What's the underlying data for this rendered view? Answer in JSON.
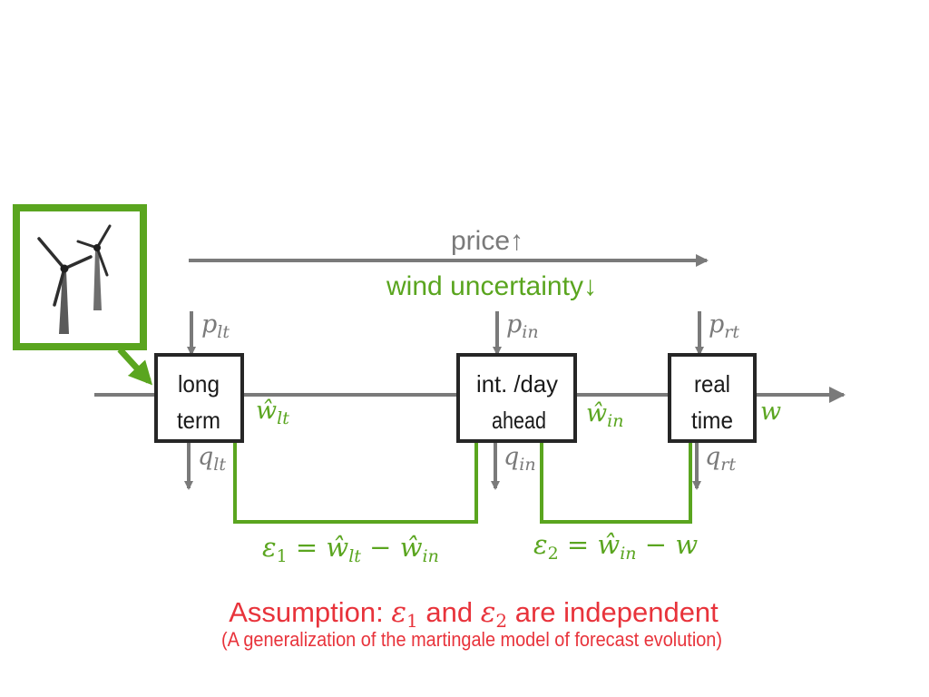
{
  "colors": {
    "gray": "#7a7a7a",
    "green": "#5aa51f",
    "red": "#e8333b",
    "box_border": "#262626",
    "text_dark": "#1a1a1a"
  },
  "icon": {
    "name": "wind-turbines-icon"
  },
  "header": {
    "price": "price",
    "price_arrow": "↑",
    "wind": "wind uncertainty",
    "wind_arrow": "↓"
  },
  "stages": [
    {
      "line1": "long",
      "line2": "term",
      "p_main": "p",
      "p_sub": "lt",
      "q_main": "q",
      "q_sub": "lt",
      "w_main": "ŵ",
      "w_sub": "lt"
    },
    {
      "line1": "int. /day",
      "line2": "ahead",
      "p_main": "p",
      "p_sub": "in",
      "q_main": "q",
      "q_sub": "in",
      "w_main": "ŵ",
      "w_sub": "in"
    },
    {
      "line1": "real",
      "line2": "time",
      "p_main": "p",
      "p_sub": "rt",
      "q_main": "q",
      "q_sub": "rt",
      "w_main": "w",
      "w_sub": ""
    }
  ],
  "errors": {
    "e1": {
      "lhs_main": "ε",
      "lhs_sub": "1",
      "eq": " = ",
      "a_main": "ŵ",
      "a_sub": "lt",
      "op": " − ",
      "b_main": "ŵ",
      "b_sub": "in"
    },
    "e2": {
      "lhs_main": "ε",
      "lhs_sub": "2",
      "eq": " = ",
      "a_main": "ŵ",
      "a_sub": "in",
      "op": " − ",
      "b_main": "w"
    }
  },
  "assumption": {
    "prefix": "Assumption: ",
    "e1_main": "ε",
    "e1_sub": "1",
    "mid": " and ",
    "e2_main": "ε",
    "e2_sub": "2",
    "suffix": " are independent",
    "note": "(A generalization of the martingale model of forecast evolution)"
  }
}
